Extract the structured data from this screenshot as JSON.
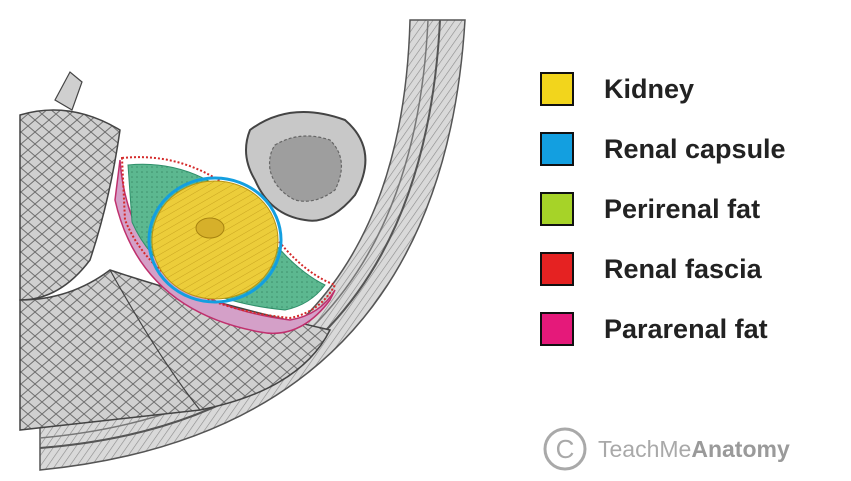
{
  "legend": {
    "items": [
      {
        "label": "Kidney",
        "color": "#f2d51c"
      },
      {
        "label": "Renal capsule",
        "color": "#139fe0"
      },
      {
        "label": "Perirenal fat",
        "color": "#a6d328"
      },
      {
        "label": "Renal fascia",
        "color": "#e52222"
      },
      {
        "label": "Pararenal fat",
        "color": "#e5197a"
      }
    ]
  },
  "watermark": {
    "symbol": "C",
    "brand_regular": "TeachMe",
    "brand_bold": "Anatomy"
  }
}
